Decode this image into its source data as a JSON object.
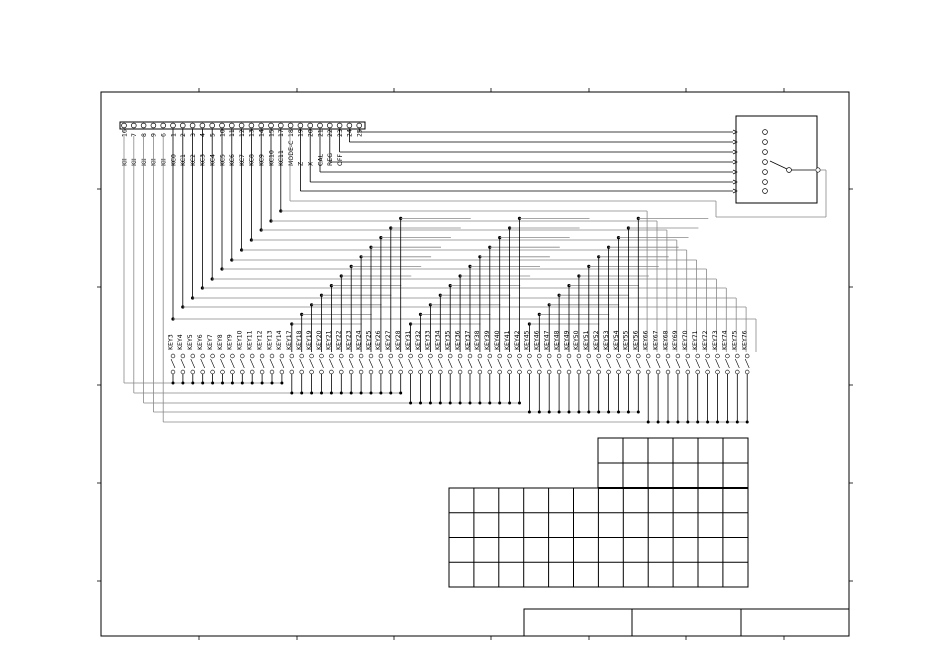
{
  "connector": {
    "pins": [
      {
        "num": "16",
        "sig": "KII"
      },
      {
        "num": "7",
        "sig": "KII"
      },
      {
        "num": "8",
        "sig": "KII"
      },
      {
        "num": "9",
        "sig": "KII"
      },
      {
        "num": "6",
        "sig": "KII"
      },
      {
        "num": "1",
        "sig": "KC0"
      },
      {
        "num": "2",
        "sig": "KC1"
      },
      {
        "num": "3",
        "sig": "KC2"
      },
      {
        "num": "4",
        "sig": "KC3"
      },
      {
        "num": "5",
        "sig": "KC4"
      },
      {
        "num": "10",
        "sig": "KC5"
      },
      {
        "num": "11",
        "sig": "KC6"
      },
      {
        "num": "12",
        "sig": "KC7"
      },
      {
        "num": "13",
        "sig": "KC8"
      },
      {
        "num": "14",
        "sig": "KC9"
      },
      {
        "num": "15",
        "sig": "KC10"
      },
      {
        "num": "17",
        "sig": "KC11"
      },
      {
        "num": "18",
        "sig": "MODE-C"
      },
      {
        "num": "19",
        "sig": "Z"
      },
      {
        "num": "20",
        "sig": "X"
      },
      {
        "num": "21",
        "sig": "CAL"
      },
      {
        "num": "22",
        "sig": "REG"
      },
      {
        "num": "23",
        "sig": "OFF"
      },
      {
        "num": "24",
        "sig": ""
      },
      {
        "num": "25",
        "sig": ""
      }
    ]
  },
  "keys": [
    "KEY3",
    "KEY4",
    "KEY5",
    "KEY6",
    "KEY7",
    "KEY8",
    "KEY9",
    "KEY10",
    "KEY11",
    "KEY12",
    "KEY13",
    "KEY14",
    "KEY17",
    "KEY18",
    "KEY19",
    "KEY20",
    "KEY21",
    "KEY22",
    "KEY23",
    "KEY24",
    "KEY25",
    "KEY26",
    "KEY27",
    "KEY28",
    "KEY31",
    "KEY32",
    "KEY33",
    "KEY34",
    "KEY35",
    "KEY36",
    "KEY37",
    "KEY38",
    "KEY39",
    "KEY40",
    "KEY41",
    "KEY42",
    "KEY45",
    "KEY46",
    "KEY47",
    "KEY48",
    "KEY49",
    "KEY50",
    "KEY51",
    "KEY52",
    "KEY53",
    "KEY54",
    "KEY55",
    "KEY56",
    "KEY66",
    "KEY67",
    "KEY68",
    "KEY69",
    "KEY70",
    "KEY71",
    "KEY72",
    "KEY73",
    "KEY74",
    "KEY75",
    "KEY76"
  ]
}
